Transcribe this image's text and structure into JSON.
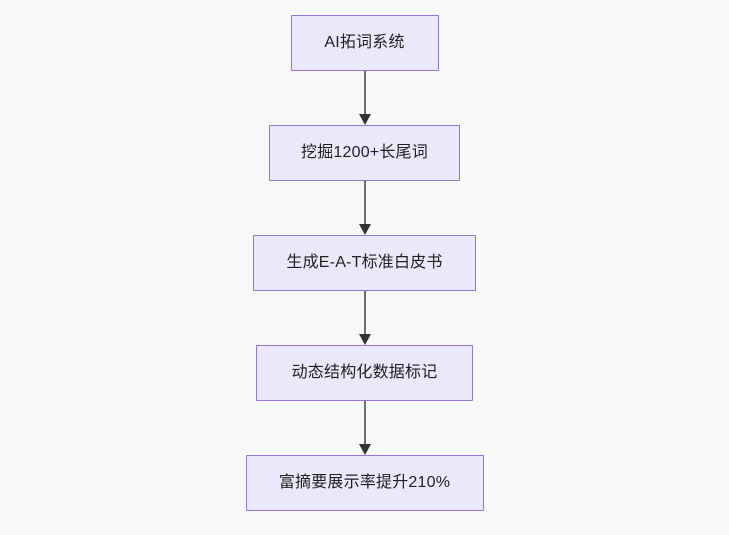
{
  "diagram": {
    "type": "flowchart",
    "orientation": "top-to-bottom",
    "background_color": "#f8f8f8",
    "node_fill_color": "#eae8fb",
    "node_border_color": "#9673d3",
    "node_text_color": "#1f2020",
    "connector_line_color": "#6e6e6e",
    "connector_arrow_color": "#333333",
    "nodes": [
      {
        "id": "n0",
        "label": "AI拓词系统"
      },
      {
        "id": "n1",
        "label": "挖掘1200+长尾词"
      },
      {
        "id": "n2",
        "label": "生成E-A-T标准白皮书"
      },
      {
        "id": "n3",
        "label": "动态结构化数据标记"
      },
      {
        "id": "n4",
        "label": "富摘要展示率提升210%"
      }
    ],
    "edges": [
      {
        "from": "n0",
        "to": "n1",
        "arrow": "down-arrow-icon"
      },
      {
        "from": "n1",
        "to": "n2",
        "arrow": "down-arrow-icon"
      },
      {
        "from": "n2",
        "to": "n3",
        "arrow": "down-arrow-icon"
      },
      {
        "from": "n3",
        "to": "n4",
        "arrow": "down-arrow-icon"
      }
    ]
  }
}
